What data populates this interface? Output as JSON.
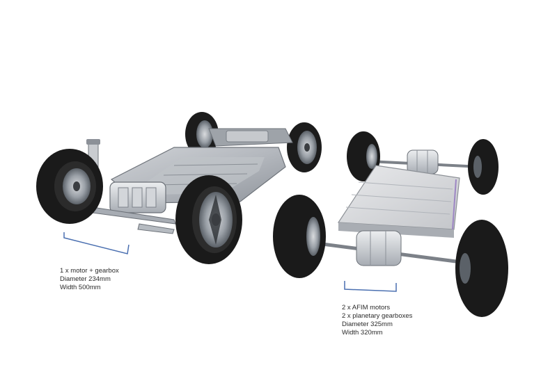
{
  "accent_color": "#4a6fb0",
  "captions": {
    "left": {
      "line1": "1 x motor + gearbox",
      "line2": "Diameter 234mm",
      "line3": "Width 500mm"
    },
    "right": {
      "line1": "2 x AFIM motors",
      "line2": "2 x planetary gearboxes",
      "line3": "Diameter 325mm",
      "line4": "Width 320mm"
    }
  }
}
